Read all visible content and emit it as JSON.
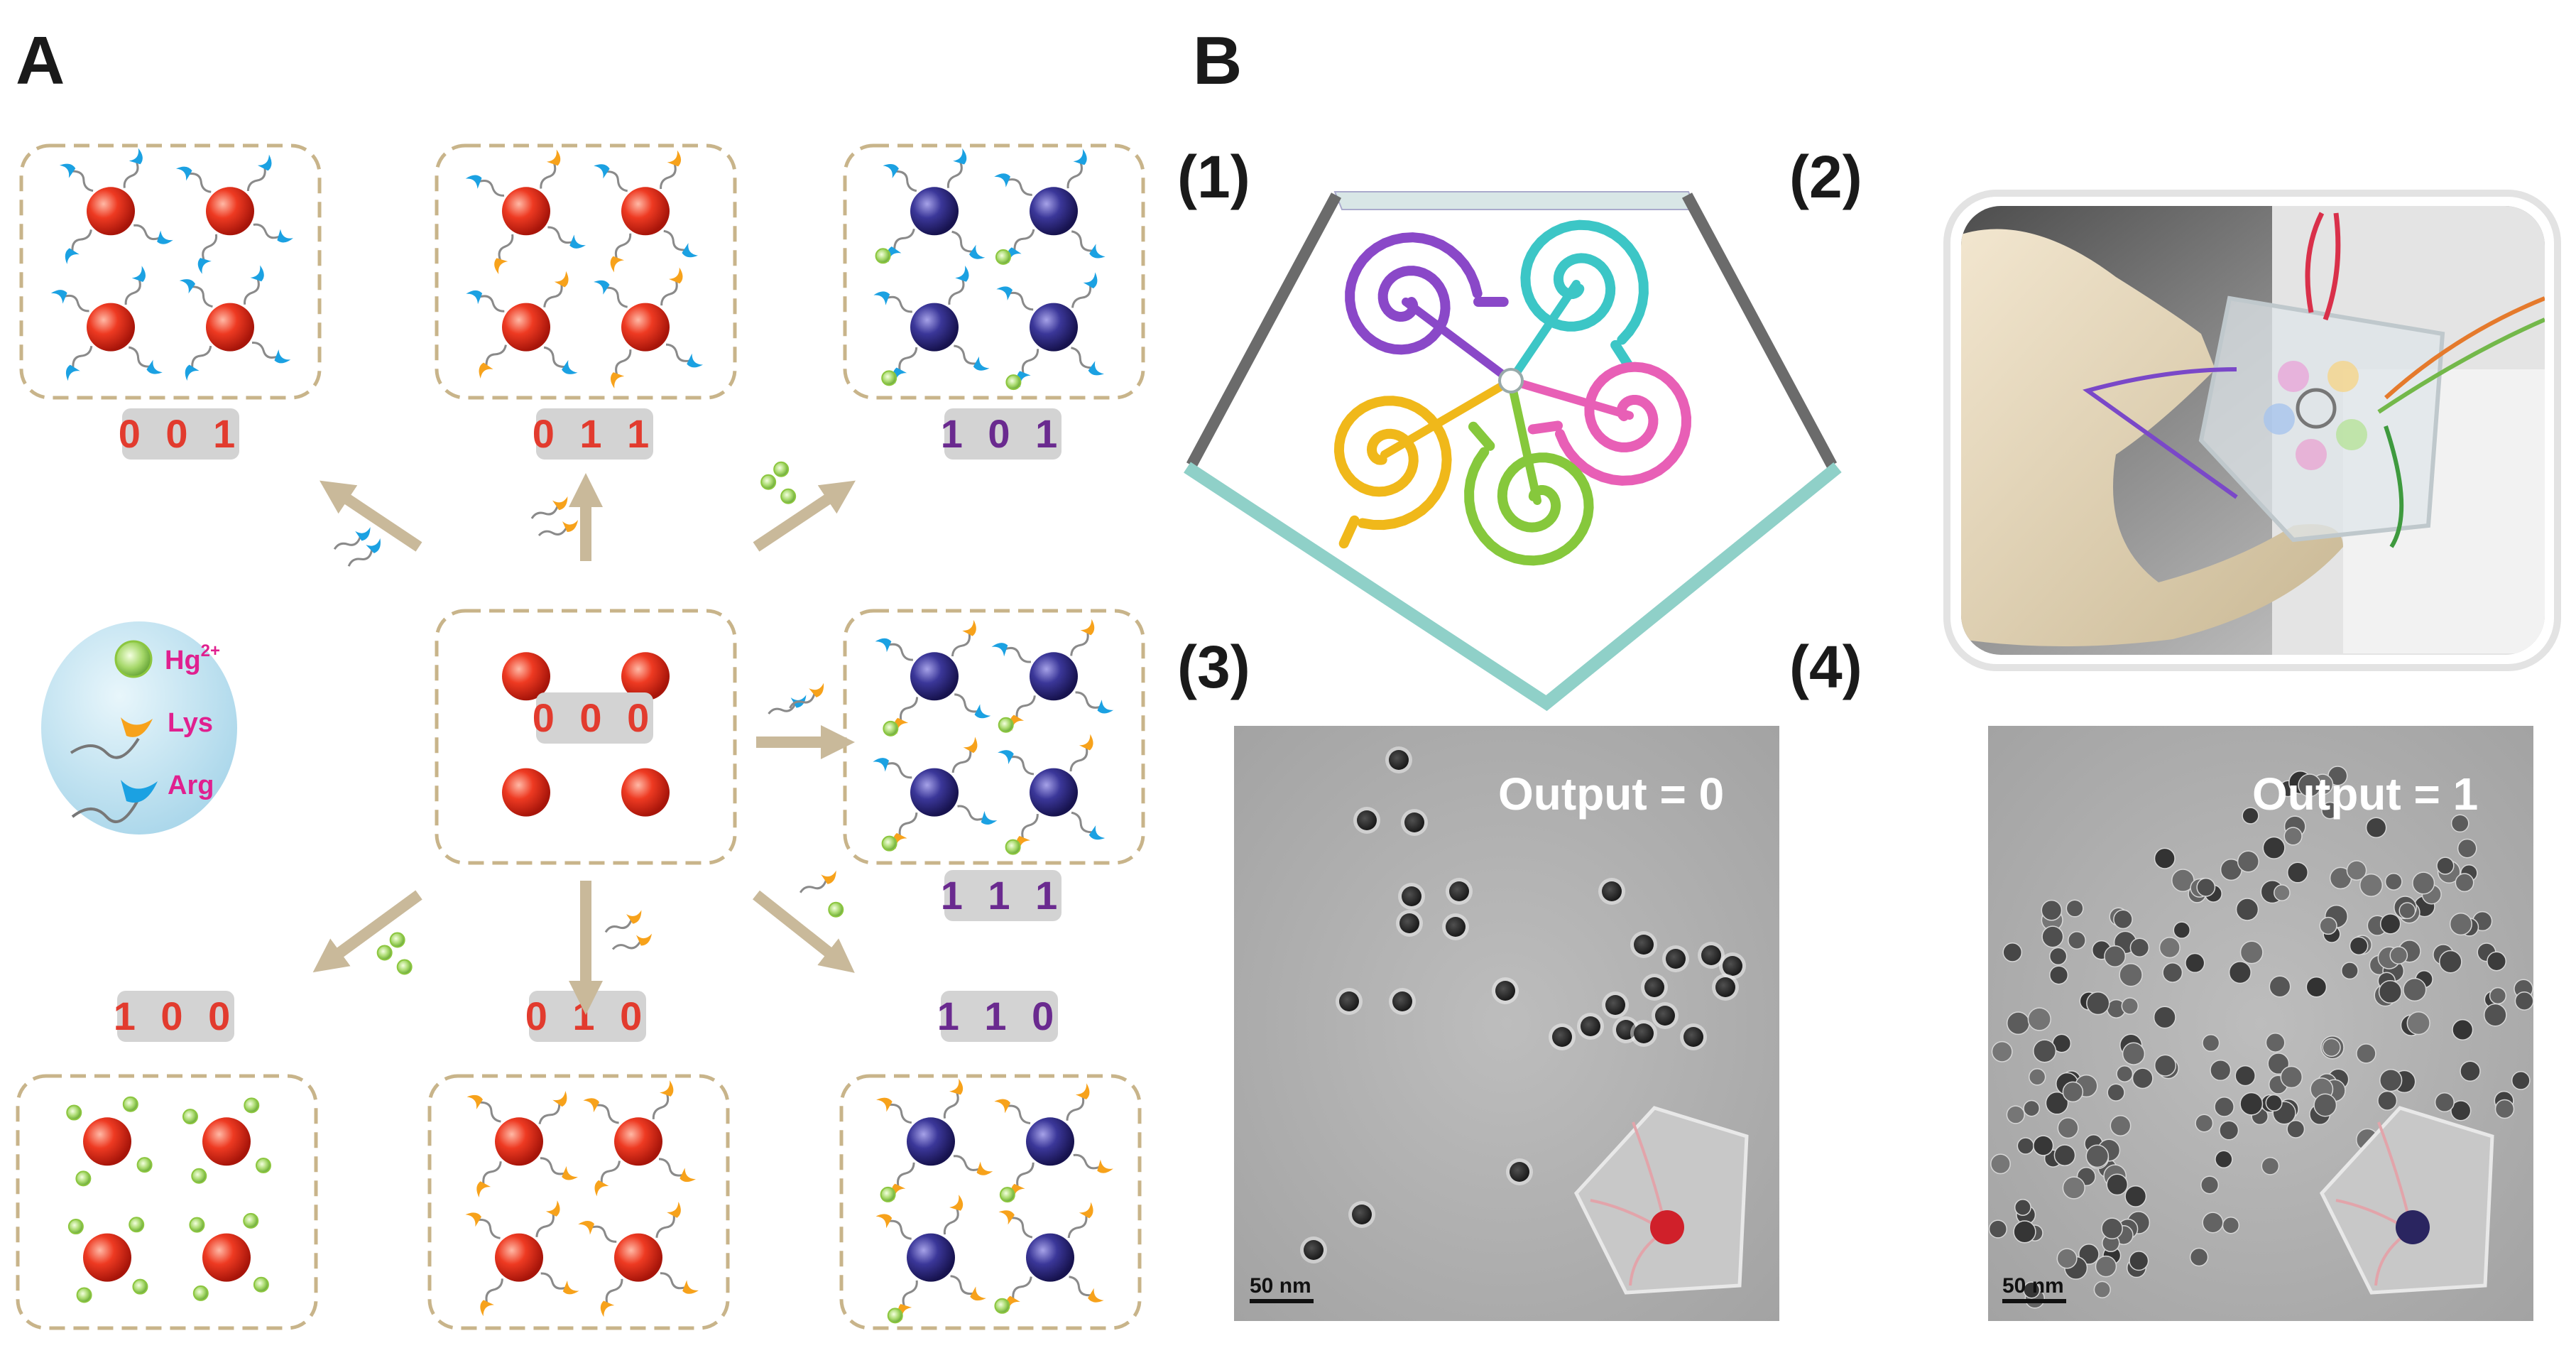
{
  "panel_a": {
    "label": "A",
    "states": [
      {
        "id": "001",
        "code": "0 0 1",
        "code_color": "#e23b2e",
        "particle": "red",
        "molecules": "arg"
      },
      {
        "id": "011",
        "code": "0 1 1",
        "code_color": "#e23b2e",
        "particle": "red",
        "molecules": "mixed"
      },
      {
        "id": "101",
        "code": "1 0 1",
        "code_color": "#6a2a8f",
        "particle": "blue",
        "molecules": "arg_hg"
      },
      {
        "id": "000",
        "code": "0 0 0",
        "code_color": "#e23b2e",
        "particle": "red",
        "molecules": "none"
      },
      {
        "id": "111",
        "code": "1 1 1",
        "code_color": "#6a2a8f",
        "particle": "blue",
        "molecules": "all"
      },
      {
        "id": "100",
        "code": "1 0 0",
        "code_color": "#e23b2e",
        "particle": "red",
        "molecules": "hg"
      },
      {
        "id": "010",
        "code": "0 1 0",
        "code_color": "#e23b2e",
        "particle": "red",
        "molecules": "lys"
      },
      {
        "id": "110",
        "code": "1 1 0",
        "code_color": "#6a2a8f",
        "particle": "blue",
        "molecules": "lys_hg"
      }
    ],
    "legend": {
      "hg": "Hg",
      "hg_sup": "2+",
      "lys": "Lys",
      "arg": "Arg"
    },
    "colors": {
      "hg": "#8cc63f",
      "lys": "#f7a21b",
      "arg": "#1ba1e2",
      "red_np": "#e8301e",
      "blue_np": "#34308f",
      "box_border": "#c8b48a",
      "arrow": "#c9b99a",
      "code_bg": "#d3d3d3"
    }
  },
  "panel_b": {
    "label": "B",
    "sub_labels": [
      "(1)",
      "(2)",
      "(3)",
      "(4)"
    ],
    "chip_channel_colors": [
      "#8a48c8",
      "#3cc6c6",
      "#f0b81a",
      "#e85fb6",
      "#86c83c"
    ],
    "tem_left": {
      "output_text": "Output = 0",
      "scale_bar": "50 nm",
      "dot_color": "#d0202a"
    },
    "tem_right": {
      "output_text": "Output = 1",
      "scale_bar": "50 nm",
      "dot_color": "#2a2560"
    }
  }
}
